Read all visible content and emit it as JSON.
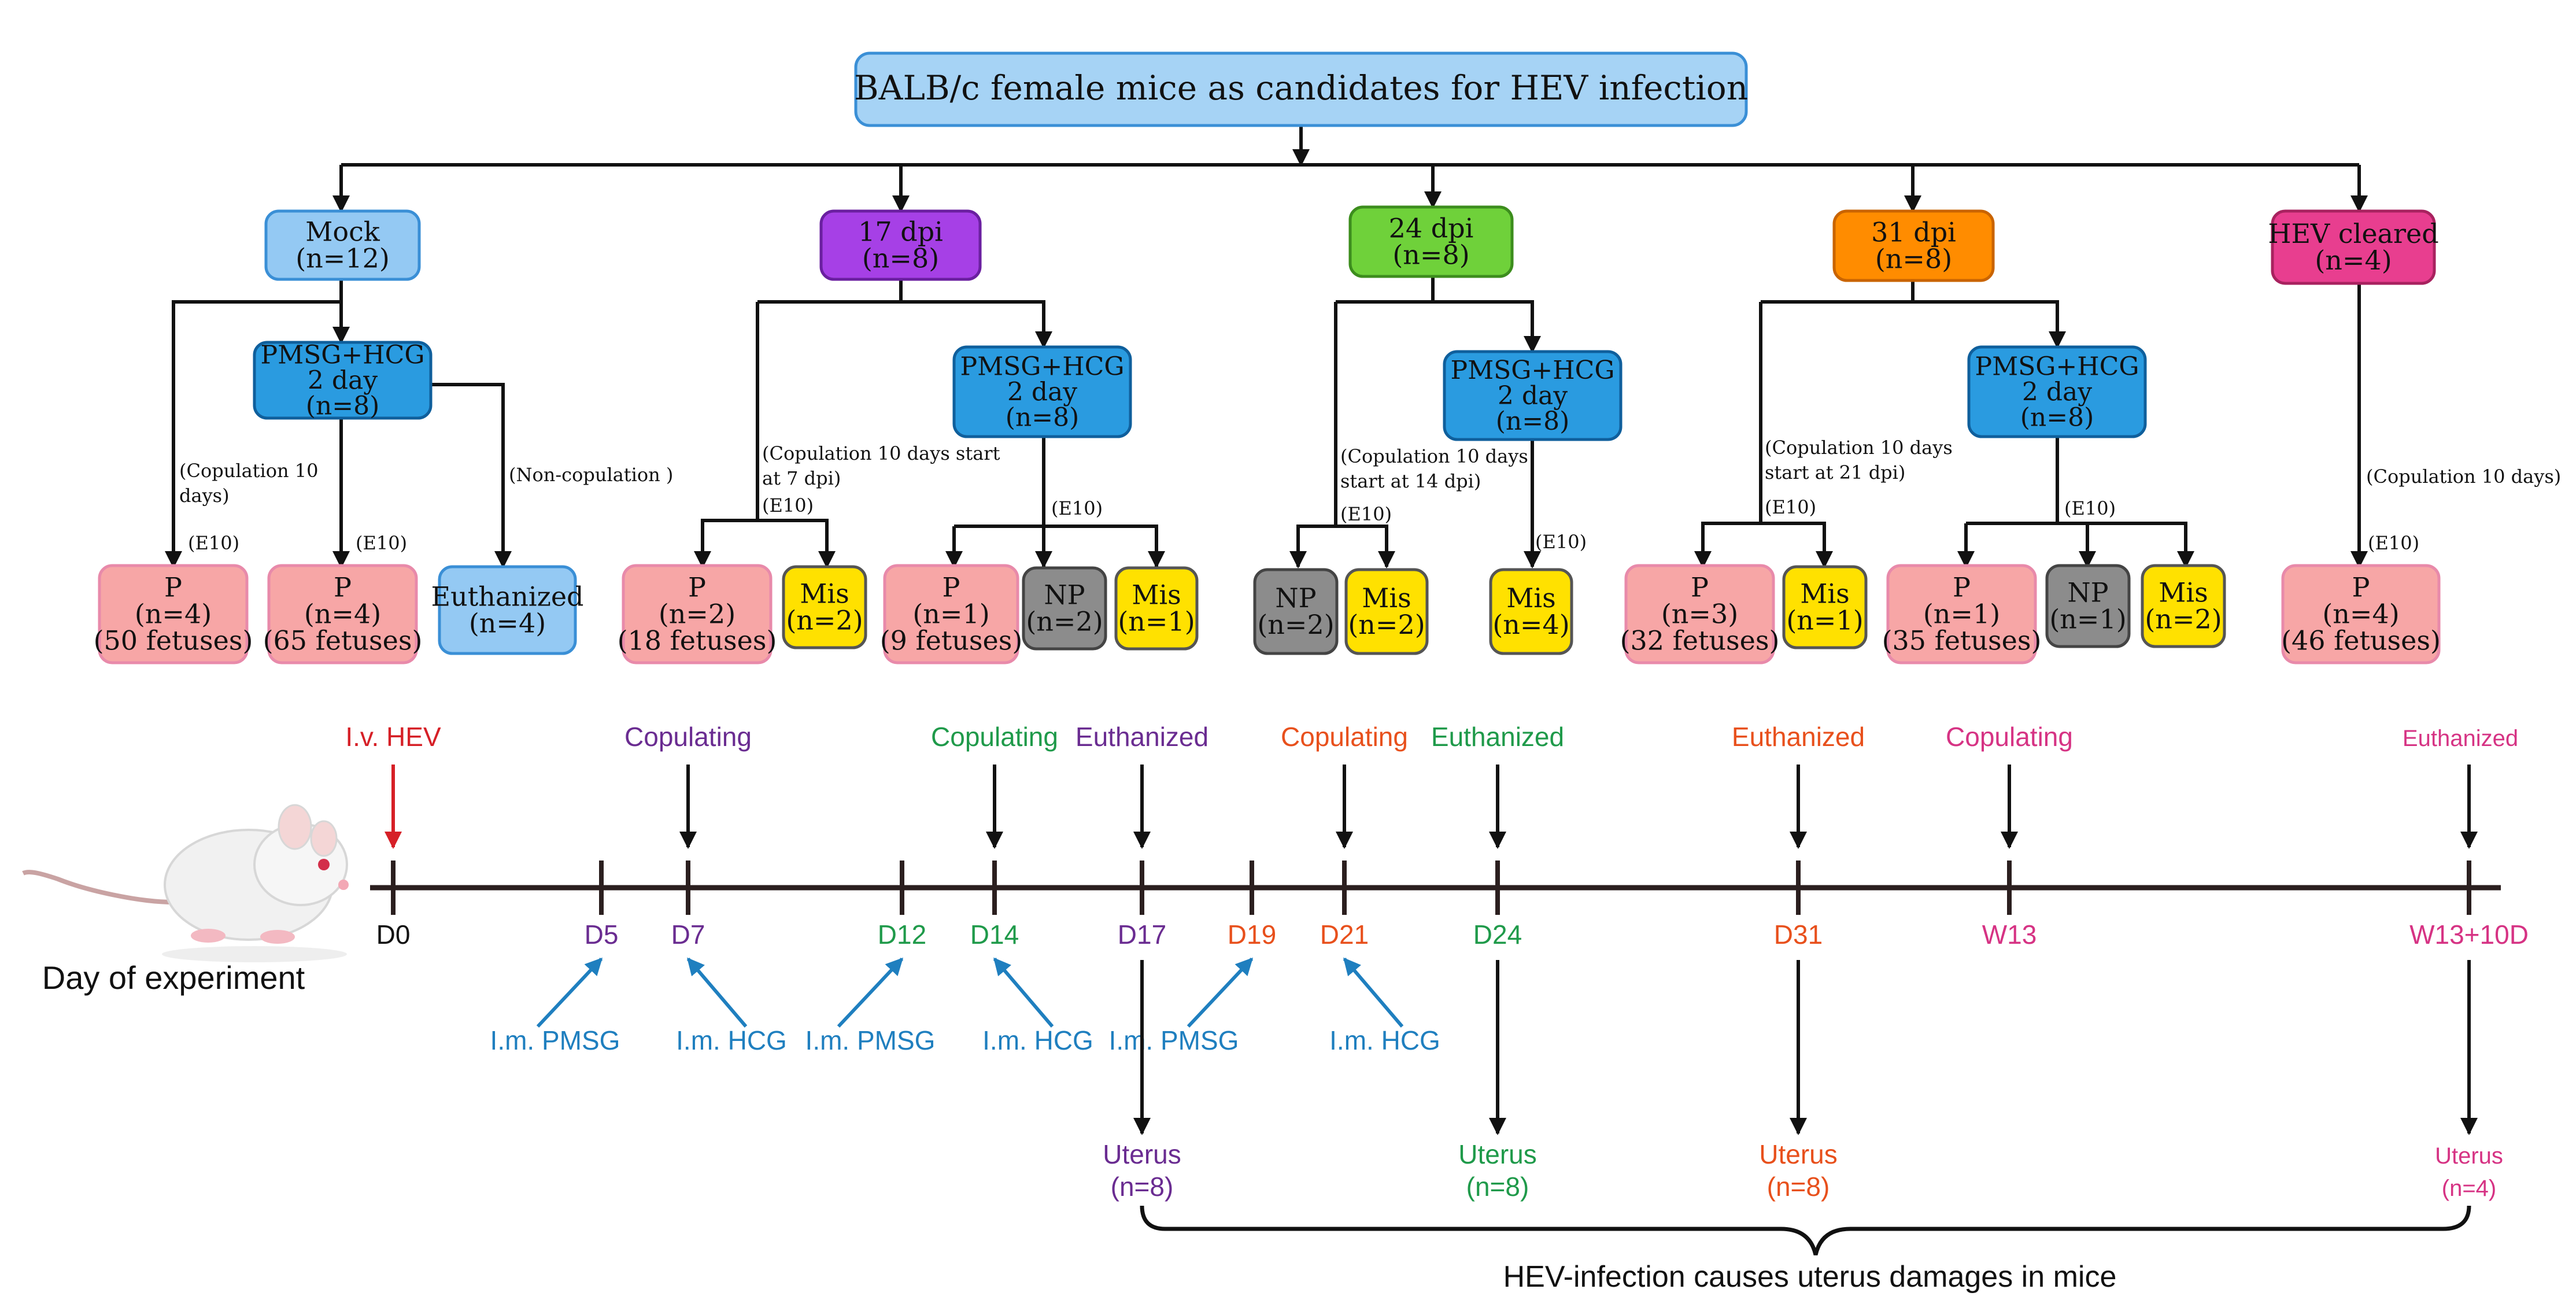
{
  "colors": {
    "line": "#111111",
    "title_fill": "#a6d3f5",
    "title_stroke": "#3a8fd6",
    "mock_fill": "#94c9f3",
    "mock_stroke": "#3a8fd6",
    "dpi17_fill": "#a640e6",
    "dpi17_stroke": "#6a1fa0",
    "dpi24_fill": "#6fd13a",
    "dpi24_stroke": "#3c8d1d",
    "dpi31_fill": "#ff8c00",
    "dpi31_stroke": "#c96400",
    "cleared_fill": "#e83e8f",
    "cleared_stroke": "#a8225f",
    "pmsg_fill": "#2a9be0",
    "pmsg_stroke": "#0f5f9c",
    "p_fill": "#f7a6a6",
    "p_stroke": "#e88aaa",
    "mis_fill": "#ffe100",
    "mis_stroke": "#555555",
    "np_fill": "#8c8c8c",
    "np_stroke": "#444444",
    "euth_fill": "#94c9f3",
    "euth_stroke": "#3a8fd6",
    "red": "#d62027",
    "purple": "#6a2c91",
    "green": "#1f9a4a",
    "orange": "#e8501c",
    "pink": "#d63384",
    "blue": "#1f7fbf",
    "black": "#111111"
  },
  "title": "BALB/c female mice as candidates for HEV infection",
  "groups": [
    {
      "id": "mock",
      "line1": "Mock",
      "line2": "(n=12)"
    },
    {
      "id": "dpi17",
      "line1": "17 dpi",
      "line2": "(n=8)"
    },
    {
      "id": "dpi24",
      "line1": "24 dpi",
      "line2": "(n=8)"
    },
    {
      "id": "dpi31",
      "line1": "31 dpi",
      "line2": "(n=8)"
    },
    {
      "id": "cleared",
      "line1": "HEV cleared",
      "line2": "(n=4)"
    }
  ],
  "pmsg": {
    "line1": "PMSG+HCG",
    "line2": "2 day",
    "line3": "(n=8)"
  },
  "branch_labels": {
    "mock_cop": [
      "(Copulation 10",
      "days)"
    ],
    "mock_noncop": "(Non-copulation )",
    "dpi17_cop": [
      "(Copulation 10 days start",
      "at 7 dpi)"
    ],
    "dpi24_cop": [
      "(Copulation 10 days",
      "start at 14 dpi)"
    ],
    "dpi31_cop": [
      "(Copulation 10 days",
      "start at 21 dpi)"
    ],
    "cleared_cop": "(Copulation 10 days)",
    "e10": "(E10)"
  },
  "outcomes": {
    "mock_p1": [
      "P",
      "(n=4)",
      "(50 fetuses)"
    ],
    "mock_p2": [
      "P",
      "(n=4)",
      "(65 fetuses)"
    ],
    "mock_euth": [
      "Euthanized",
      "(n=4)"
    ],
    "d17_p1": [
      "P",
      "(n=2)",
      "(18 fetuses)"
    ],
    "d17_mis1": [
      "Mis",
      "(n=2)"
    ],
    "d17_p2": [
      "P",
      "(n=1)",
      "(9 fetuses)"
    ],
    "d17_np": [
      "NP",
      "(n=2)"
    ],
    "d17_mis2": [
      "Mis",
      "(n=1)"
    ],
    "d24_np": [
      "NP",
      "(n=2)"
    ],
    "d24_mis1": [
      "Mis",
      "(n=2)"
    ],
    "d24_mis2": [
      "Mis",
      "(n=4)"
    ],
    "d31_p1": [
      "P",
      "(n=3)",
      "(32 fetuses)"
    ],
    "d31_mis1": [
      "Mis",
      "(n=1)"
    ],
    "d31_p2": [
      "P",
      "(n=1)",
      "(35 fetuses)"
    ],
    "d31_np": [
      "NP",
      "(n=1)"
    ],
    "d31_mis2": [
      "Mis",
      "(n=2)"
    ],
    "cl_p": [
      "P",
      "(n=4)",
      "(46 fetuses)"
    ]
  },
  "timeline": {
    "day_caption": "Day of experiment",
    "above": [
      {
        "id": "iv",
        "text": "I.v. HEV"
      },
      {
        "id": "cop1",
        "text": "Copulating"
      },
      {
        "id": "cop2",
        "text": "Copulating"
      },
      {
        "id": "euth1",
        "text": "Euthanized"
      },
      {
        "id": "cop3",
        "text": "Copulating"
      },
      {
        "id": "euth2",
        "text": "Euthanized"
      },
      {
        "id": "euth3",
        "text": "Euthanized"
      },
      {
        "id": "cop4",
        "text": "Copulating"
      },
      {
        "id": "euth4",
        "text": "Euthanized"
      }
    ],
    "days": [
      {
        "id": "d0",
        "text": "D0"
      },
      {
        "id": "d5",
        "text": "D5"
      },
      {
        "id": "d7",
        "text": "D7"
      },
      {
        "id": "d12",
        "text": "D12"
      },
      {
        "id": "d14",
        "text": "D14"
      },
      {
        "id": "d17",
        "text": "D17"
      },
      {
        "id": "d19",
        "text": "D19"
      },
      {
        "id": "d21",
        "text": "D21"
      },
      {
        "id": "d24",
        "text": "D24"
      },
      {
        "id": "d31",
        "text": "D31"
      },
      {
        "id": "w13",
        "text": "W13"
      },
      {
        "id": "w13p",
        "text": "W13+10D"
      }
    ],
    "injections": [
      {
        "id": "inj1",
        "text": "I.m. PMSG"
      },
      {
        "id": "inj2",
        "text": "I.m. HCG"
      },
      {
        "id": "inj3",
        "text": "I.m. PMSG"
      },
      {
        "id": "inj4",
        "text": "I.m. HCG"
      },
      {
        "id": "inj5",
        "text": "I.m. PMSG"
      },
      {
        "id": "inj6",
        "text": "I.m. HCG"
      }
    ],
    "uterus": [
      {
        "id": "u17",
        "line1": "Uterus",
        "line2": "(n=8)"
      },
      {
        "id": "u24",
        "line1": "Uterus",
        "line2": "(n=8)"
      },
      {
        "id": "u31",
        "line1": "Uterus",
        "line2": "(n=8)"
      },
      {
        "id": "u13",
        "line1": "Uterus",
        "line2": "(n=4)"
      }
    ],
    "conclusion": "HEV-infection causes uterus damages in mice"
  }
}
